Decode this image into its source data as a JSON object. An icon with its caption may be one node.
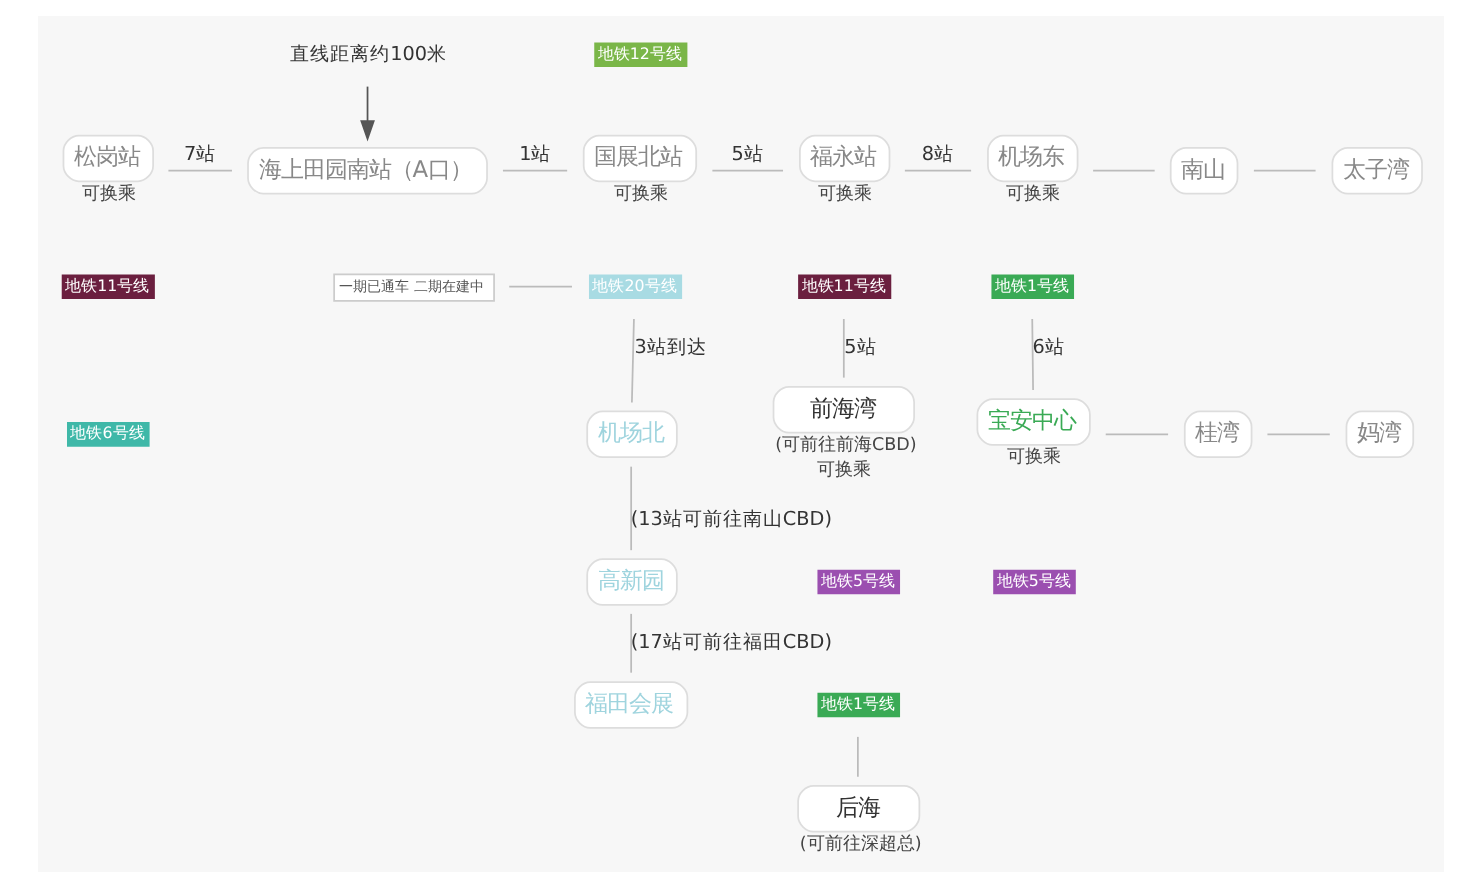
{
  "diagram": {
    "nodes": [
      {
        "text": [
          "松岗站"
        ],
        "beside": [
          "可换乘"
        ]
      },
      {
        "text": [
          "海上田园南站（A口）"
        ]
      },
      {
        "text": [
          "国展北站"
        ],
        "beside": [
          "可换乘"
        ]
      },
      {
        "text": [
          "福永站"
        ],
        "beside": [
          "可换乘"
        ]
      },
      {
        "text": [
          "机场东"
        ],
        "beside": [
          "可换乘"
        ]
      },
      {
        "text": [
          "南山"
        ]
      },
      {
        "text": [
          "太子湾"
        ]
      },
      {
        "text": [
          "前海湾"
        ],
        "beside": [
          "(可前往前海CBD)",
          "可换乘"
        ]
      },
      {
        "text": [
          "宝安中心"
        ],
        "beside": [
          "可换乘"
        ]
      },
      {
        "text": [
          "桂湾"
        ]
      },
      {
        "text": [
          "妈湾"
        ]
      },
      {
        "text": [
          "机场北"
        ]
      },
      {
        "text": [
          "高新园"
        ]
      },
      {
        "text": [
          "福田会展"
        ]
      },
      {
        "text": [
          "后海"
        ],
        "beside": [
          "(可前往深超总)"
        ]
      },
      {
        "text": [
          "直线距离约100米"
        ]
      },
      {
        "text": [
          "地铁11号线"
        ]
      },
      {
        "text": [
          "地铁6号线"
        ]
      },
      {
        "text": [
          "地铁12号线"
        ]
      },
      {
        "text": [
          "一期已通车 二期在建中"
        ]
      },
      {
        "text": [
          "地铁20号线"
        ]
      },
      {
        "text": [
          "地铁11号线"
        ]
      },
      {
        "text": [
          "地铁1号线"
        ]
      },
      {
        "text": [
          "地铁5号线"
        ]
      },
      {
        "text": [
          "地铁5号线"
        ]
      },
      {
        "text": [
          "地铁1号线"
        ]
      }
    ],
    "edges": [
      {
        "from": 15,
        "to": 1,
        "arrow": "to",
        "color": "#555555"
      },
      {
        "from": 0,
        "to": 1,
        "arrow": "none",
        "label": "7站"
      },
      {
        "from": 1,
        "to": 2,
        "arrow": "none",
        "label": "1站"
      },
      {
        "from": 2,
        "to": 3,
        "arrow": "none",
        "label": "5站"
      },
      {
        "from": 3,
        "to": 4,
        "arrow": "none",
        "label": "8站"
      },
      {
        "from": 4,
        "to": 5,
        "arrow": "none"
      },
      {
        "from": 5,
        "to": 6,
        "arrow": "none"
      },
      {
        "from": 19,
        "to": 20,
        "arrow": "none"
      },
      {
        "from": 20,
        "to": 11,
        "arrow": "none",
        "label": "3站到达"
      },
      {
        "from": 11,
        "to": 12,
        "arrow": "none",
        "label": "(13站可前往南山CBD)"
      },
      {
        "from": 12,
        "to": 13,
        "arrow": "none",
        "label": "(17站可前往福田CBD)"
      },
      {
        "from": 21,
        "to": 7,
        "arrow": "none",
        "label": "5站"
      },
      {
        "from": 25,
        "to": 14,
        "arrow": "none"
      },
      {
        "from": 22,
        "to": 8,
        "arrow": "none",
        "label": "6站"
      },
      {
        "from": 8,
        "to": 9,
        "arrow": "none"
      },
      {
        "from": 9,
        "to": 10,
        "arrow": "none"
      }
    ]
  }
}
